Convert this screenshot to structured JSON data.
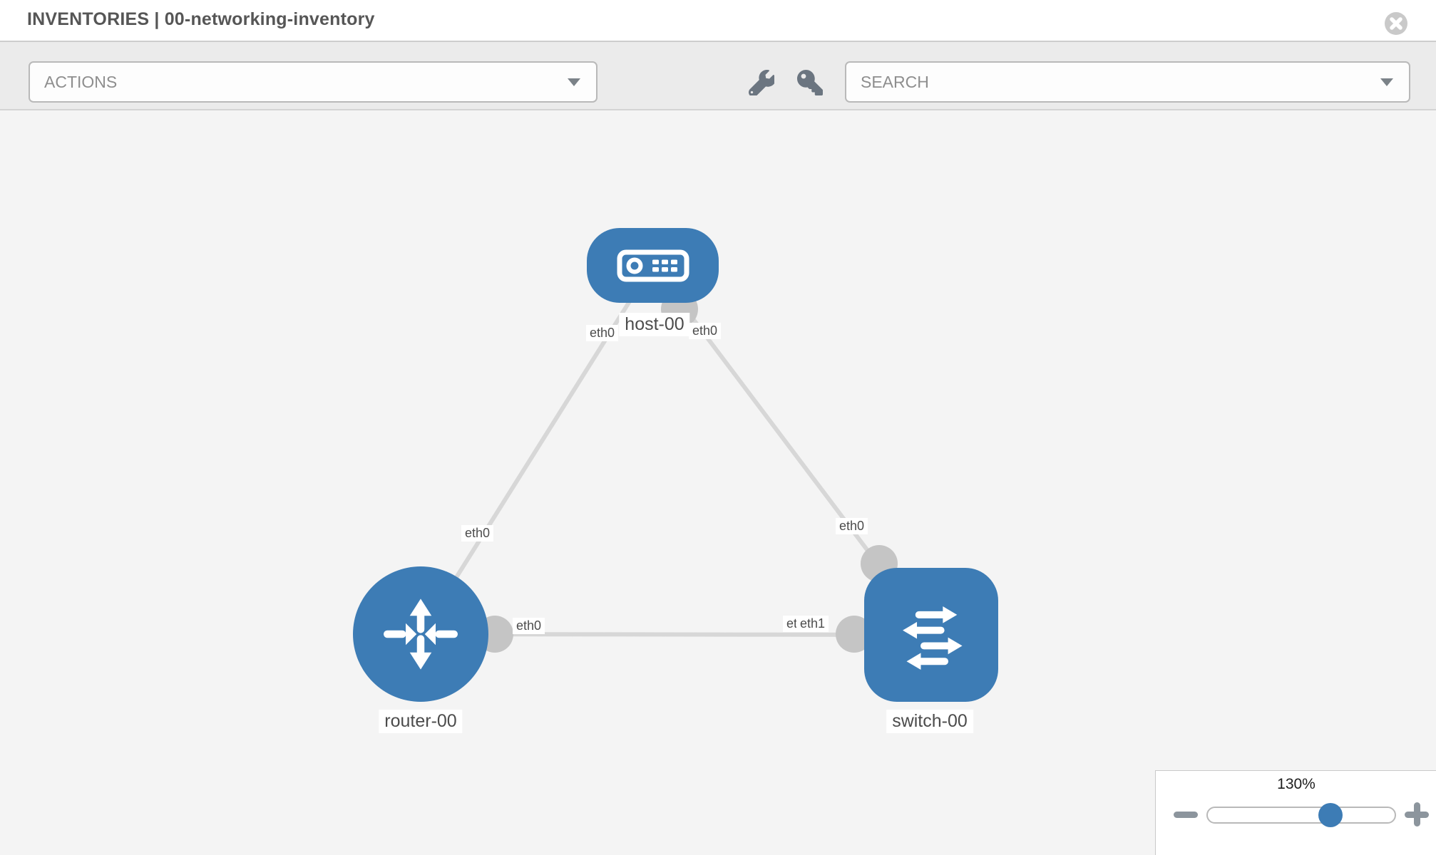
{
  "header": {
    "title": "INVENTORIES | 00-networking-inventory"
  },
  "toolbar": {
    "actions_dropdown": {
      "label": "ACTIONS"
    },
    "tools": [
      {
        "icon": "wrench-icon"
      },
      {
        "icon": "key-icon"
      }
    ],
    "search_dropdown": {
      "placeholder": "SEARCH"
    }
  },
  "topology": {
    "nodes": [
      {
        "id": "host-00",
        "label": "host-00",
        "type": "host",
        "icon": "server-icon"
      },
      {
        "id": "router-00",
        "label": "router-00",
        "type": "router",
        "icon": "router-arrows-icon"
      },
      {
        "id": "switch-00",
        "label": "switch-00",
        "type": "switch",
        "icon": "switch-arrows-icon"
      }
    ],
    "links": [
      {
        "source": "host-00",
        "target": "router-00",
        "source_interface": "eth0",
        "target_interface": "eth0"
      },
      {
        "source": "host-00",
        "target": "switch-00",
        "source_interface": "eth0",
        "target_interface": "eth0"
      },
      {
        "source": "router-00",
        "target": "switch-00",
        "source_interface": "eth0",
        "target_interface": "eth1"
      }
    ],
    "mid_overlap": {
      "back_label": "eth0"
    }
  },
  "zoom_control": {
    "level": "130%"
  },
  "colors": {
    "node_blue": "#3d7cb5",
    "link_gray": "#d7d7d7",
    "connector_gray": "#c5c5c5",
    "canvas_bg": "#f4f4f4",
    "toolbar_bg": "#ebebeb"
  }
}
